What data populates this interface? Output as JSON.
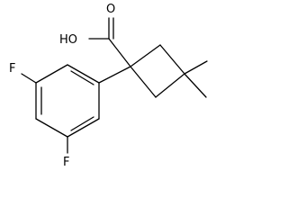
{
  "molecule": {
    "labels": {
      "carboxyl_hydroxyl": "HO",
      "carboxyl_oxygen": "O",
      "fluorine_top": "F",
      "fluorine_bottom": "F"
    }
  },
  "colors": {
    "background": "#ffffff",
    "ink": "#000000"
  }
}
